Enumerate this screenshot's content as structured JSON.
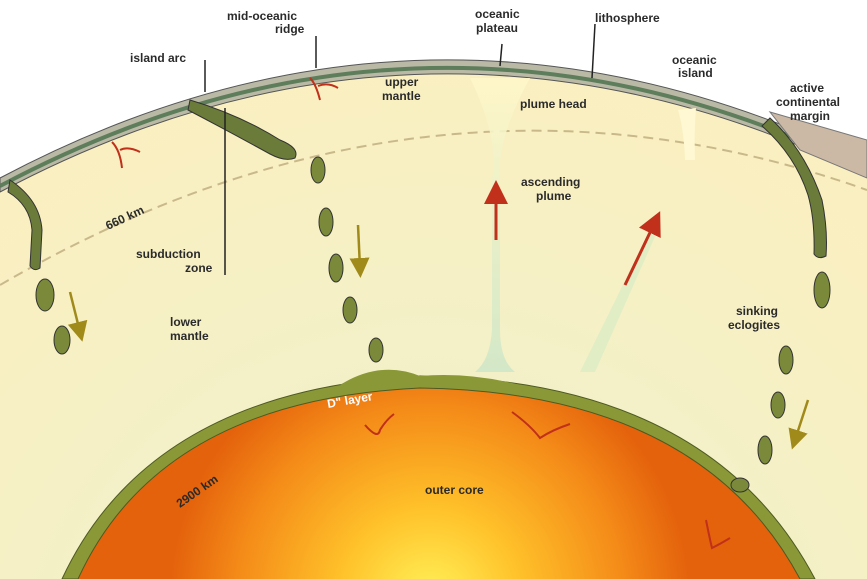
{
  "labels": {
    "island_arc": "island arc",
    "mid_oceanic_ridge_1": "mid-oceanic",
    "mid_oceanic_ridge_2": "ridge",
    "oceanic_plateau_1": "oceanic",
    "oceanic_plateau_2": "plateau",
    "lithosphere": "lithosphere",
    "oceanic_island_1": "oceanic",
    "oceanic_island_2": "island",
    "active_margin_1": "active",
    "active_margin_2": "continental",
    "active_margin_3": "margin",
    "upper_mantle_1": "upper",
    "upper_mantle_2": "mantle",
    "plume_head": "plume head",
    "ascending_plume_1": "ascending",
    "ascending_plume_2": "plume",
    "depth_660": "660 km",
    "subduction_zone_1": "subduction",
    "subduction_zone_2": "zone",
    "lower_mantle_1": "lower",
    "lower_mantle_2": "mantle",
    "sinking_eclogites_1": "sinking",
    "sinking_eclogites_2": "eclogites",
    "d_layer": "D\" layer",
    "depth_2900": "2900 km",
    "outer_core": "outer core"
  },
  "colors": {
    "mantle": "#fbefc0",
    "crust": "#c7c7b8",
    "slab": "#7a8a3a",
    "slab_dark": "#4d5a22",
    "dlayer": "#8a9838",
    "core_outer": "#e86a10",
    "core_inner": "#ffe040",
    "arrow_red": "#c0301a",
    "arrow_olive": "#9a8a1a"
  }
}
